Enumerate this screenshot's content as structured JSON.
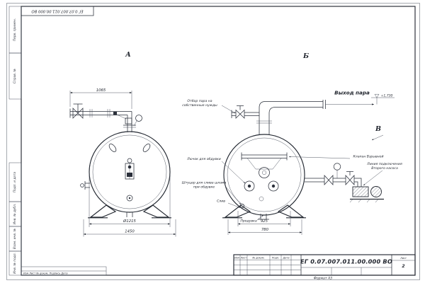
{
  "frame": {
    "stamp_top": "ЕГ 0.07.007.011.00.000 ВО",
    "side_fields": [
      "Перв. примен.",
      "Справ. №",
      "Подп. и дата",
      "Инв. № дубл.",
      "Взам. инв. №",
      "Инв. № подл."
    ],
    "revision_row": "Изм  Лист  № докум.  Подпись  Дата"
  },
  "title_block": {
    "doc_number": "ЕГ 0.07.007.011.00.000 ВО",
    "format_label": "Формат А3",
    "sheet_label": "Лист",
    "sheet_number": "2",
    "cols": [
      "Изм",
      "Лист",
      "№ докум.",
      "Подп.",
      "Дата"
    ]
  },
  "views": {
    "a": "А",
    "b": "Б",
    "v": "В"
  },
  "dims": {
    "pipe_length": "1065",
    "vessel_diameter": "Ø1215",
    "leg_span": "1450",
    "b_upper": "925",
    "b_lower": "780"
  },
  "labels": {
    "steam_outlet": "Выход пара",
    "elevation": "+1,730",
    "steam_tap_1": "Отбор пара на",
    "steam_tap_2": "собственные нужды",
    "explosion_valve": "Клапан Взрывной",
    "pump_line_1": "Линия подключения",
    "pump_line_2": "Второго насоса",
    "blow_hatch": "Лючок для обдувки",
    "sludge_1": "Штуцер для слива шлама",
    "sludge_2": "при обдувке",
    "drain": "Слив",
    "blowdown": "Продувка"
  }
}
